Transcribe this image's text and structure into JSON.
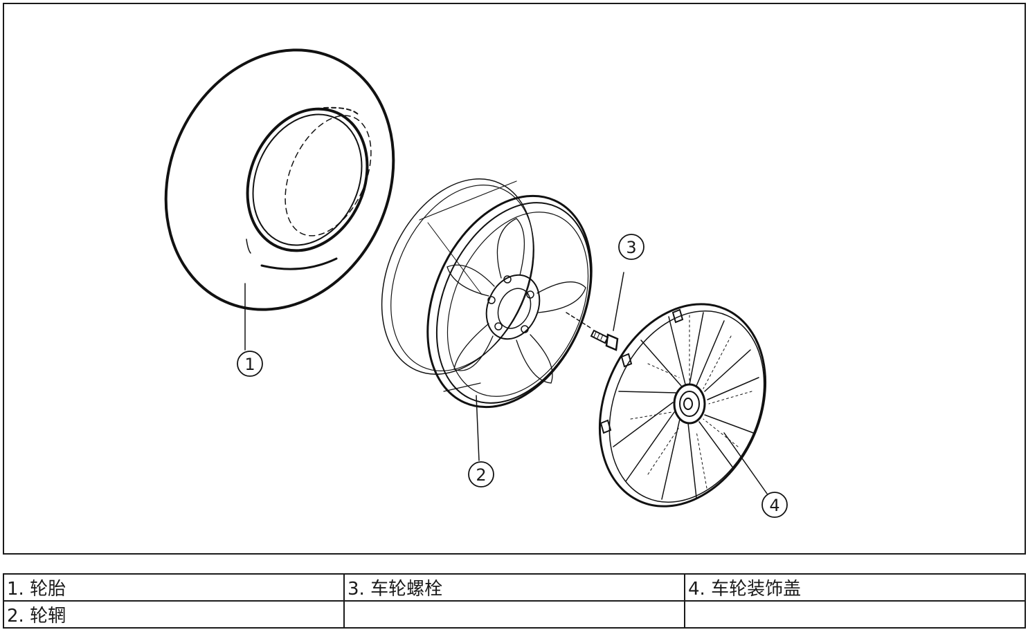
{
  "callouts": [
    {
      "number": "1"
    },
    {
      "number": "2"
    },
    {
      "number": "3"
    },
    {
      "number": "4"
    }
  ],
  "legend": {
    "rows": [
      [
        "1. 轮胎",
        "3. 车轮螺栓",
        "4. 车轮装饰盖"
      ],
      [
        "2. 轮辋",
        "",
        ""
      ]
    ]
  }
}
